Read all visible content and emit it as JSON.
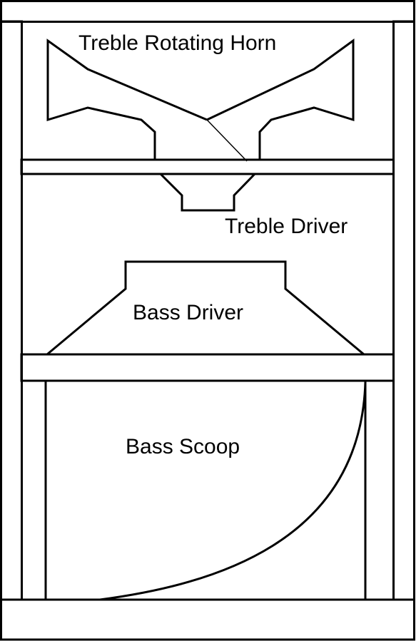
{
  "diagram": {
    "labels": {
      "treble_horn": "Treble Rotating Horn",
      "treble_driver": "Treble Driver",
      "bass_driver": "Bass Driver",
      "bass_scoop": "Bass Scoop"
    },
    "colors": {
      "line": "#000000",
      "background": "#ffffff"
    }
  }
}
